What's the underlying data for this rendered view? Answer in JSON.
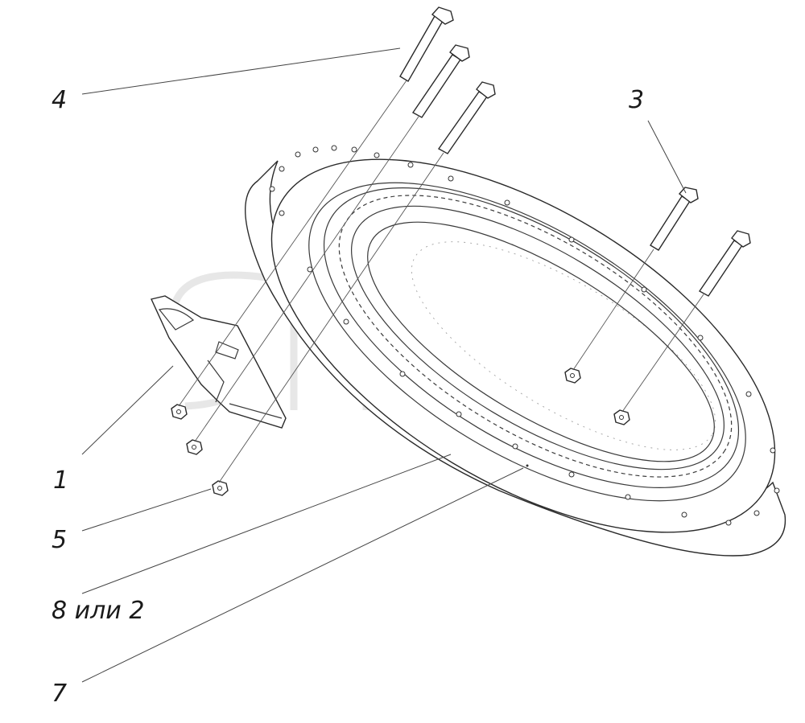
{
  "callouts": {
    "c1": "1",
    "c3": "3",
    "c4": "4",
    "c5": "5",
    "c7": "7",
    "c8": "8 или 2"
  },
  "colors": {
    "line": "#2a2a2a",
    "background": "#ffffff",
    "watermark": "#d3d3d3"
  },
  "icons": {
    "watermark": "logo-watermark",
    "bolt": "bolt-icon",
    "nut": "nut-icon",
    "ring": "slewing-ring-gear-icon",
    "bracket": "bracket-plate-icon"
  }
}
